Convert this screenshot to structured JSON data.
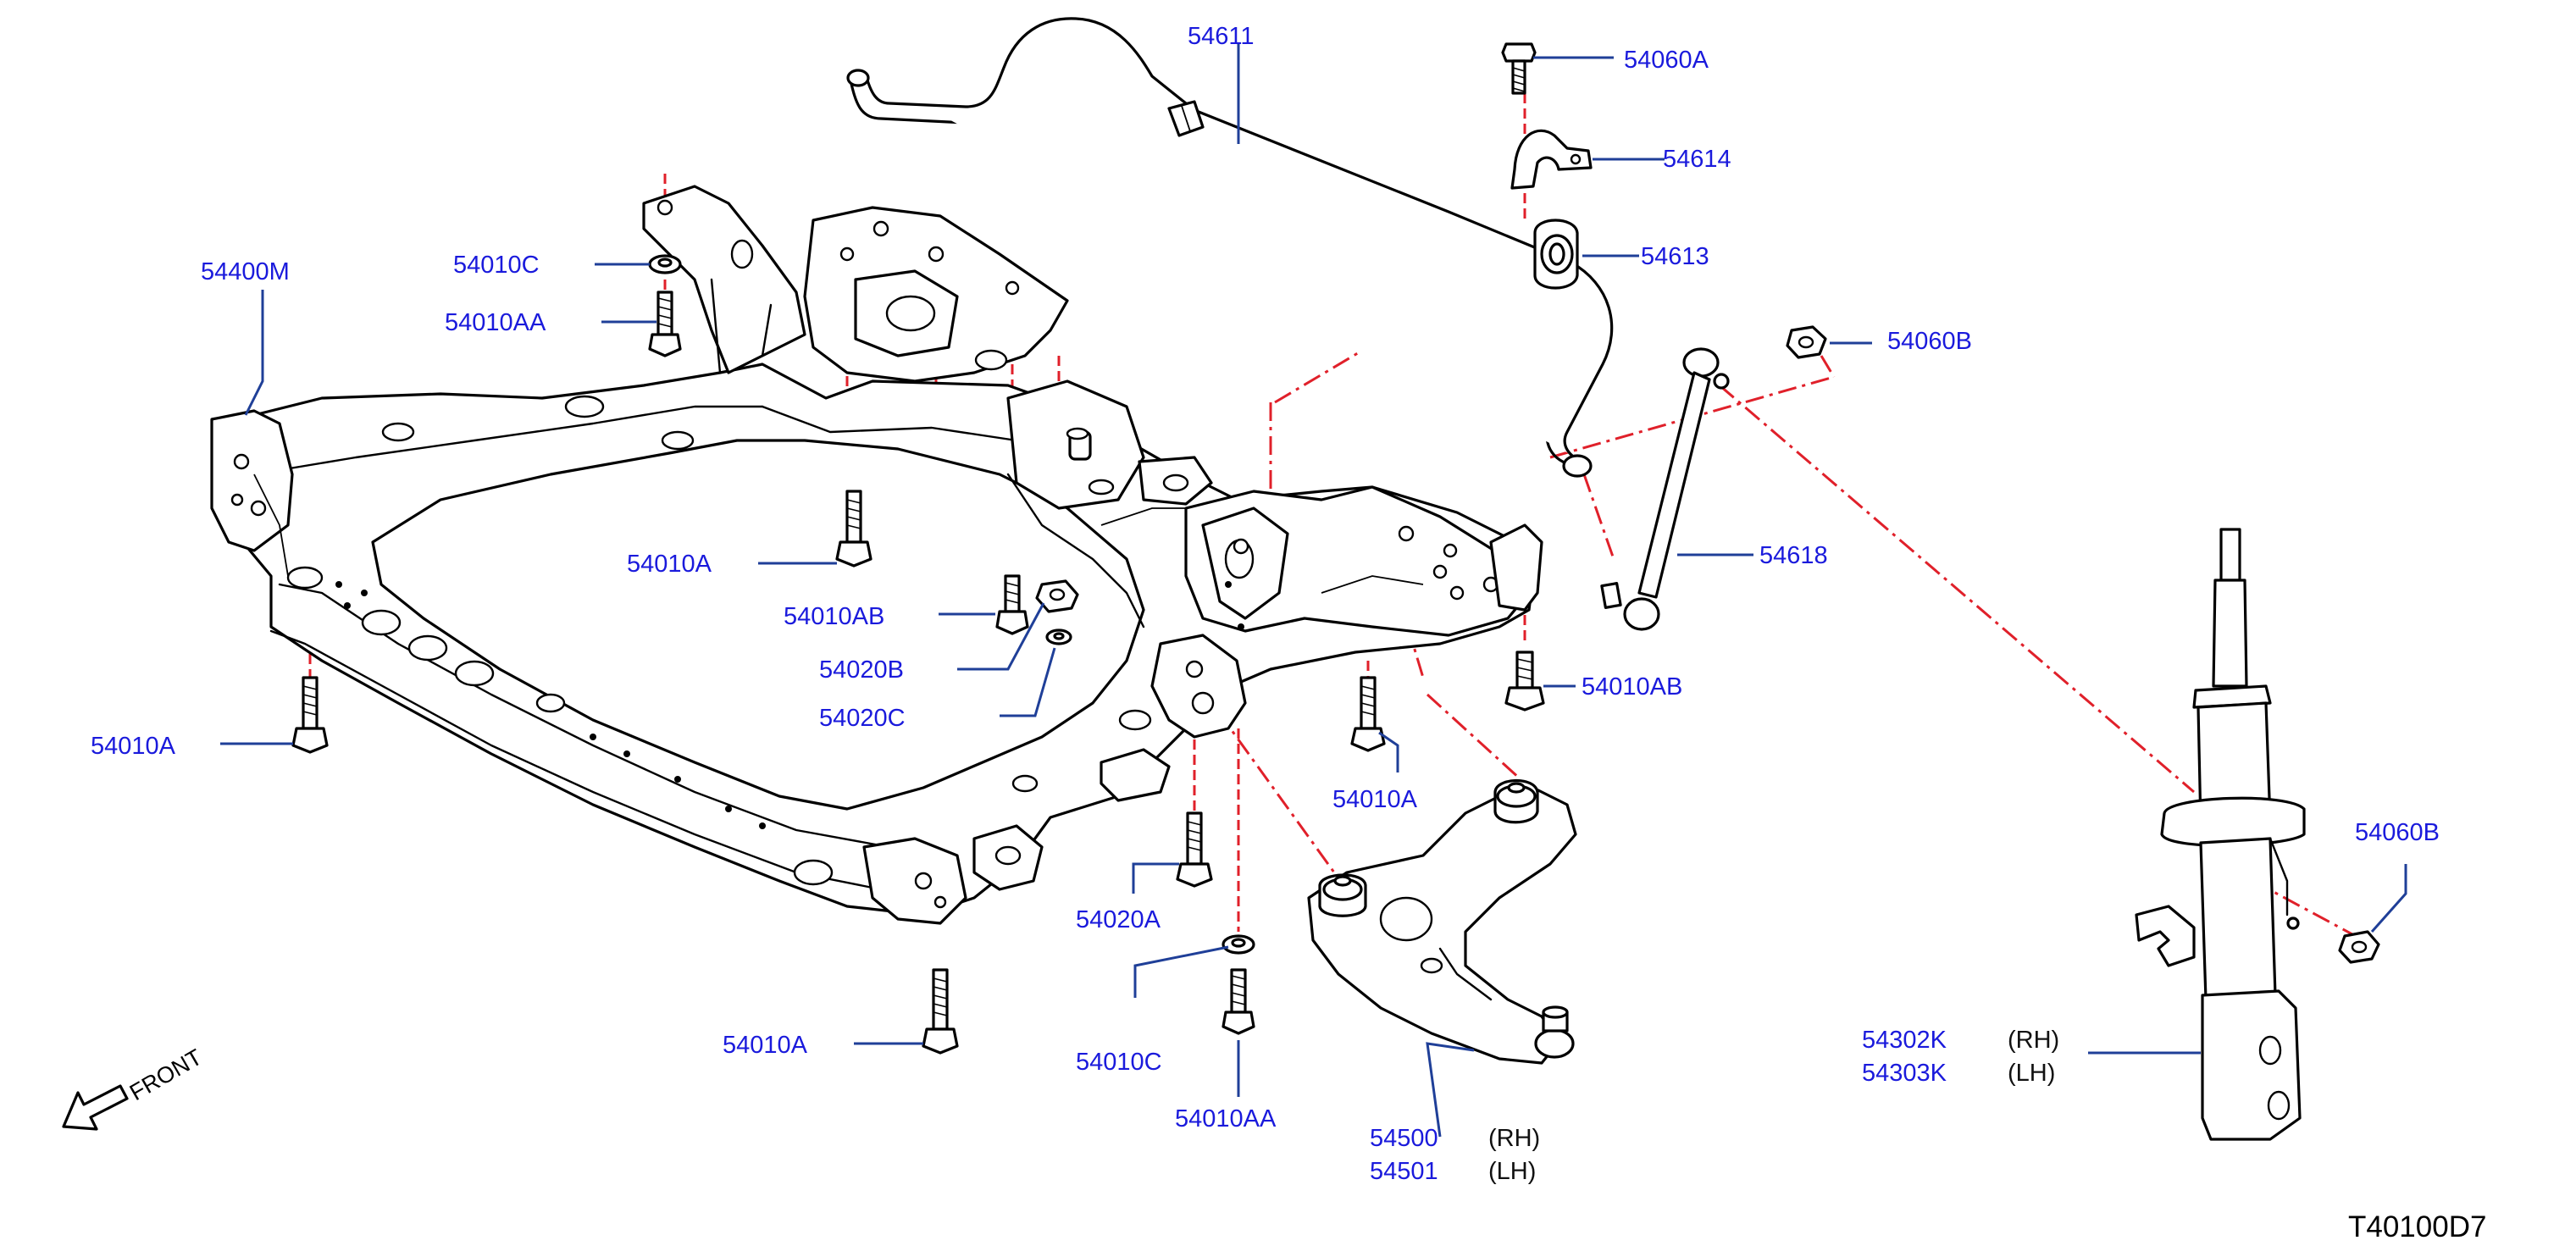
{
  "parts": {
    "p54611": "54611",
    "p54060A": "54060A",
    "p54614": "54614",
    "p54613": "54613",
    "p54060B_top": "54060B",
    "p54618": "54618",
    "p54400M": "54400M",
    "p54010C_top": "54010C",
    "p54010AA_top": "54010AA",
    "p54010A_mid": "54010A",
    "p54010AB_left": "54010AB",
    "p54020B": "54020B",
    "p54020C": "54020C",
    "p54010A_left": "54010A",
    "p54010AB_right": "54010AB",
    "p54010A_center": "54010A",
    "p54020A": "54020A",
    "p54010C_bottom": "54010C",
    "p54010AA_bottom": "54010AA",
    "p54010A_bottom": "54010A",
    "p54500": "54500",
    "p54501": "54501",
    "p54302K": "54302K",
    "p54303K": "54303K",
    "p54060B_strut": "54060B"
  },
  "sides": {
    "rh_arm": "(RH)",
    "lh_arm": "(LH)",
    "rh_strut": "(RH)",
    "lh_strut": "(LH)"
  },
  "front_label": "FRONT",
  "diagram_code": "T40100D7",
  "colors": {
    "part_number": "#1a1adc",
    "leader_line": "#1f3f98",
    "assembly_line": "#e0202a",
    "outline": "#000000"
  }
}
